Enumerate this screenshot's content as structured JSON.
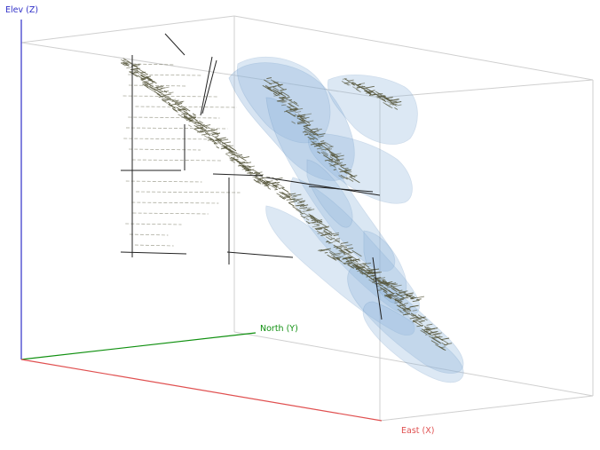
{
  "axes": {
    "z": {
      "label": "Elev (Z)",
      "color": "#3030c8"
    },
    "y": {
      "label": "North (Y)",
      "color": "#109010"
    },
    "x": {
      "label": "East (X)",
      "color": "#e05050"
    }
  },
  "box_color": "#cfcfcf",
  "surface_fill": "#8fb5dc",
  "surface_stroke": "#5f8fc0",
  "trace_color": "#55553a",
  "drill_color": "#222222"
}
